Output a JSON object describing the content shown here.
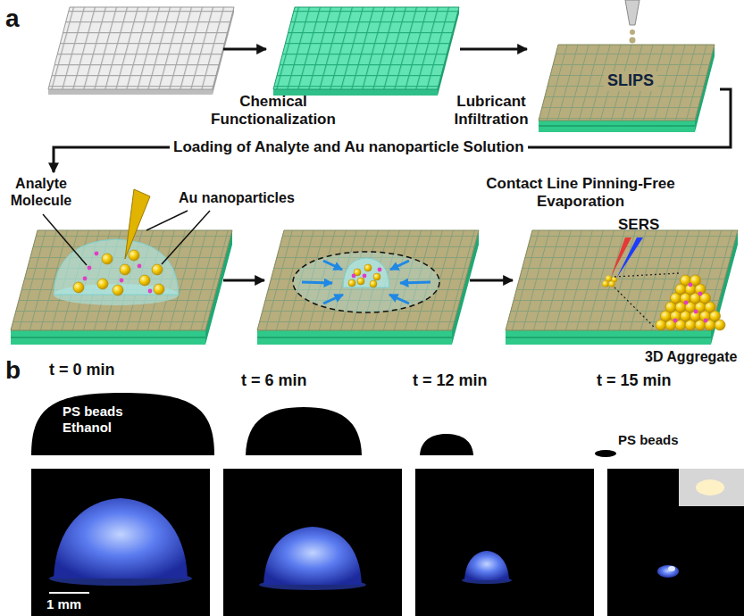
{
  "diagram": {
    "labels": [
      "a",
      "Chemical Functionalization",
      "Lubricant Infiltration",
      "SLIPS",
      "Loading of Analyte and Au nanoparticle Solution",
      "Analyte Molecule",
      "Au nanoparticles",
      "Contact Line Pinning-Free Evaporation",
      "SERS",
      "3D Aggregate",
      "b",
      "t = 0 min",
      "PS beads Ethanol",
      "t = 6 min",
      "t = 12 min",
      "t = 15 min",
      "PS beads",
      "1 mm"
    ]
  }
}
